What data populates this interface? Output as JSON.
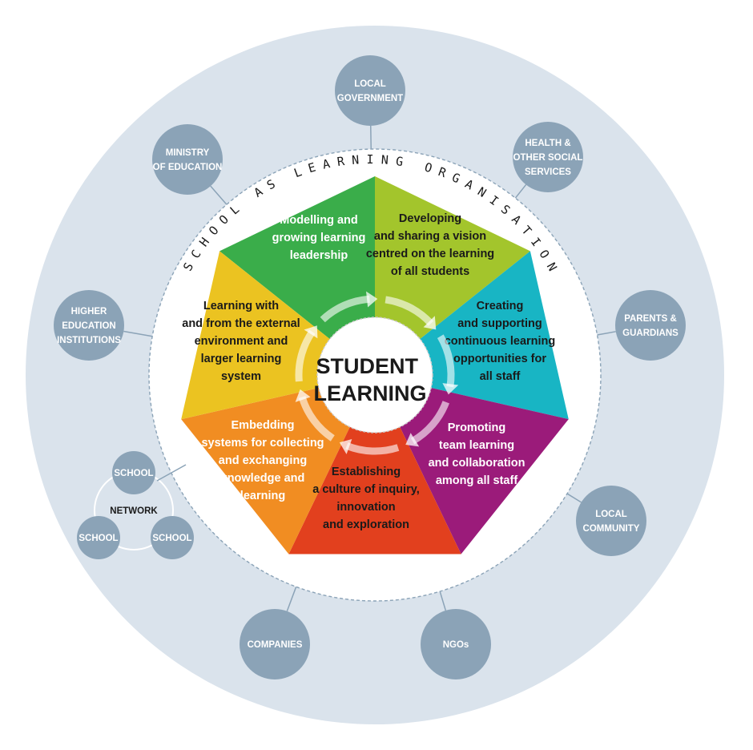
{
  "ring_title": "SCHOOL AS LEARNING ORGANISATION",
  "center": {
    "lines": [
      "STUDENT",
      "LEARNING"
    ]
  },
  "segments": [
    {
      "id": "modelling",
      "color": "#3aad4a",
      "text_color": "#ffffff",
      "lines": [
        "Modelling and",
        "growing learning",
        "leadership"
      ]
    },
    {
      "id": "vision",
      "color": "#a3c52c",
      "text_color": "#1a1a1a",
      "lines": [
        "Developing",
        "and sharing a vision",
        "centred on the learning",
        "of all students"
      ]
    },
    {
      "id": "continuous",
      "color": "#18b5c4",
      "text_color": "#1a1a1a",
      "lines": [
        "Creating",
        "and supporting",
        "continuous learning",
        "opportunities for",
        "all staff"
      ]
    },
    {
      "id": "team",
      "color": "#9b1b7a",
      "text_color": "#ffffff",
      "lines": [
        "Promoting",
        "team learning",
        "and collaboration",
        "among all staff"
      ]
    },
    {
      "id": "inquiry",
      "color": "#e2401e",
      "text_color": "#1a1a1a",
      "lines": [
        "Establishing",
        "a culture of inquiry,",
        "innovation",
        "and exploration"
      ]
    },
    {
      "id": "systems",
      "color": "#f18d22",
      "text_color": "#ffffff",
      "lines": [
        "Embedding",
        "systems for collecting",
        "and exchanging",
        "knowledge and",
        "learning"
      ]
    },
    {
      "id": "external",
      "color": "#ebc321",
      "text_color": "#1a1a1a",
      "lines": [
        "Learning with",
        "and from the external",
        "environment and",
        "larger learning",
        "system"
      ]
    }
  ],
  "nodes": [
    {
      "id": "local-government",
      "lines": [
        "LOCAL",
        "GOVERNMENT"
      ]
    },
    {
      "id": "health",
      "lines": [
        "HEALTH &",
        "OTHER SOCIAL",
        "SERVICES"
      ]
    },
    {
      "id": "parents",
      "lines": [
        "PARENTS &",
        "GUARDIANS"
      ]
    },
    {
      "id": "local-community",
      "lines": [
        "LOCAL",
        "COMMUNITY"
      ]
    },
    {
      "id": "ngos",
      "lines": [
        "NGOs"
      ]
    },
    {
      "id": "companies",
      "lines": [
        "COMPANIES"
      ]
    },
    {
      "id": "higher-education",
      "lines": [
        "HIGHER",
        "EDUCATION",
        "INSTITUTIONS"
      ]
    },
    {
      "id": "ministry",
      "lines": [
        "MINISTRY",
        "OF EDUCATION"
      ]
    }
  ],
  "network": {
    "label": "NETWORK",
    "schools": [
      "SCHOOL",
      "SCHOOL",
      "SCHOOL"
    ]
  },
  "colors": {
    "outer_disc": "#dae3ec",
    "node": "#8ba3b7",
    "node_text": "#ffffff",
    "line": "#8ba3b7",
    "arrow": "#ffffff"
  }
}
